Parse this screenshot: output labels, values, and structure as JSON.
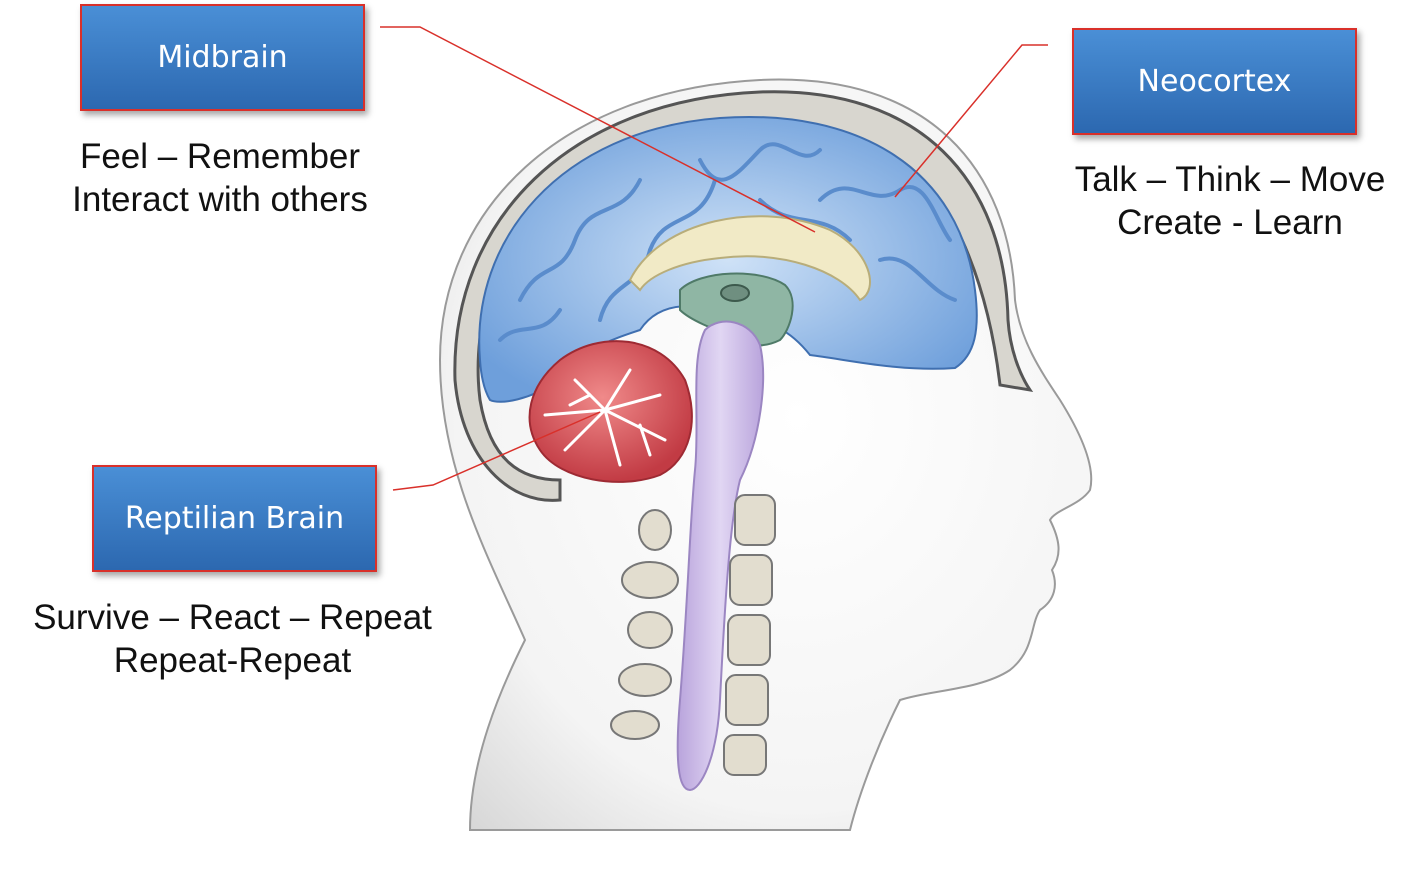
{
  "labels": {
    "midbrain": {
      "title": "Midbrain",
      "line1": "Feel – Remember",
      "line2": "Interact with others"
    },
    "neocortex": {
      "title": "Neocortex",
      "line1": "Talk – Think – Move",
      "line2": "Create - Learn"
    },
    "reptilian": {
      "title": "Reptilian Brain",
      "line1": "Survive – React – Repeat",
      "line2": "Repeat-Repeat"
    }
  },
  "colors": {
    "label_fill": "#3a7cc8",
    "label_border": "#d9302a",
    "leader_line": "#d9302a",
    "neocortex": "#8fb8e8",
    "cerebellum": "#d9525a",
    "brainstem": "#c9b6e4",
    "corpus_callosum": "#f1eac6"
  }
}
